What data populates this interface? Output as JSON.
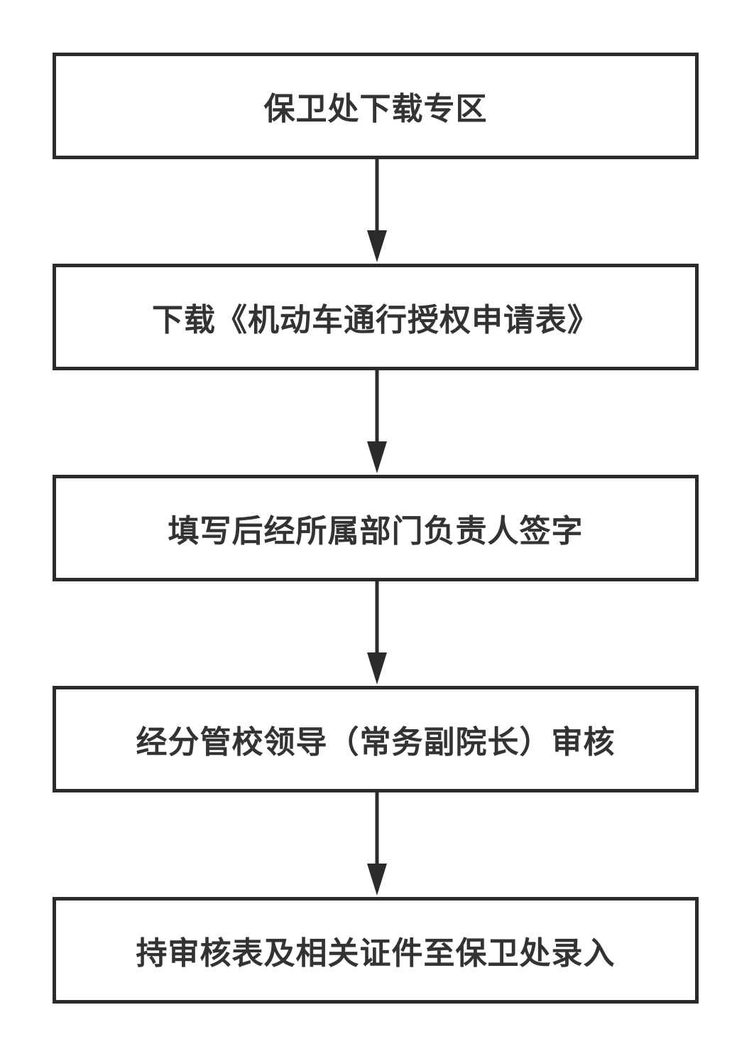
{
  "flowchart": {
    "steps": [
      {
        "label": "保卫处下载专区"
      },
      {
        "label": "下载《机动车通行授权申请表》"
      },
      {
        "label": "填写后经所属部门负责人签字"
      },
      {
        "label": "经分管校领导（常务副院长）审核"
      },
      {
        "label": "持审核表及相关证件至保卫处录入"
      }
    ]
  },
  "colors": {
    "stroke": "#2b2b2b",
    "text": "#333333",
    "background": "#ffffff"
  }
}
